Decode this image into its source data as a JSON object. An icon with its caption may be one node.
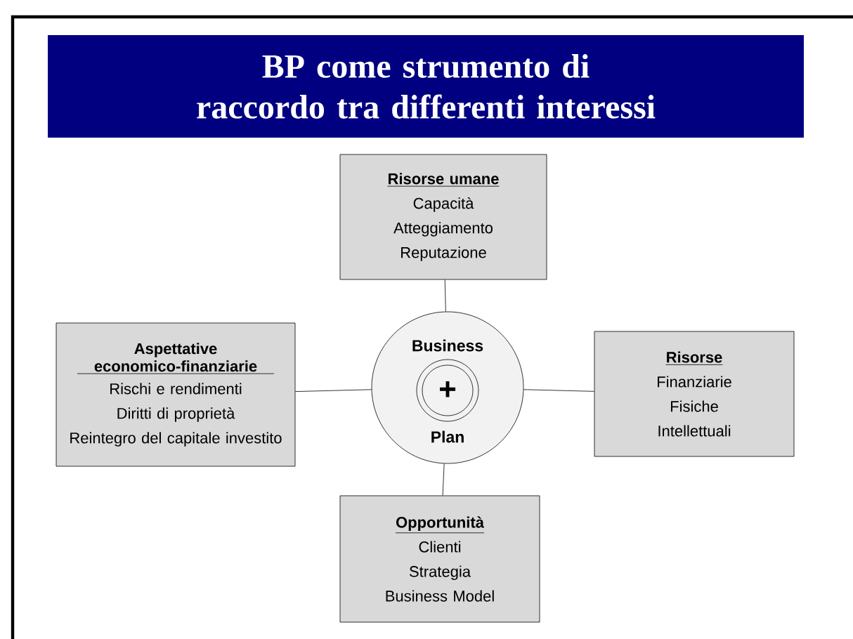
{
  "diagram": {
    "title": "BP come strumento di raccordo tra differenti interessi",
    "nodes": [
      {
        "text": [
          "Risorse umane",
          "Capacità",
          "Atteggiamento",
          "Reputazione"
        ]
      },
      {
        "text": [
          "Aspettative economico-finanziarie",
          "Rischi e rendimenti",
          "Diritti di proprietà",
          "Reintegro del capitale investito"
        ]
      },
      {
        "text": [
          "Business",
          "Plan"
        ]
      },
      {
        "text": [
          "+"
        ],
        "in": 2
      },
      {
        "text": [
          "Risorse",
          "Finanziarie",
          "Fisiche",
          "Intellettuali"
        ]
      },
      {
        "text": [
          "Opportunità",
          "Clienti",
          "Strategia",
          "Business Model"
        ]
      }
    ],
    "edges": [
      {
        "from": 2,
        "to": 0,
        "arrow": "none"
      },
      {
        "from": 2,
        "to": 1,
        "arrow": "none"
      },
      {
        "from": 2,
        "to": 4,
        "arrow": "none"
      },
      {
        "from": 2,
        "to": 5,
        "arrow": "none"
      }
    ]
  }
}
